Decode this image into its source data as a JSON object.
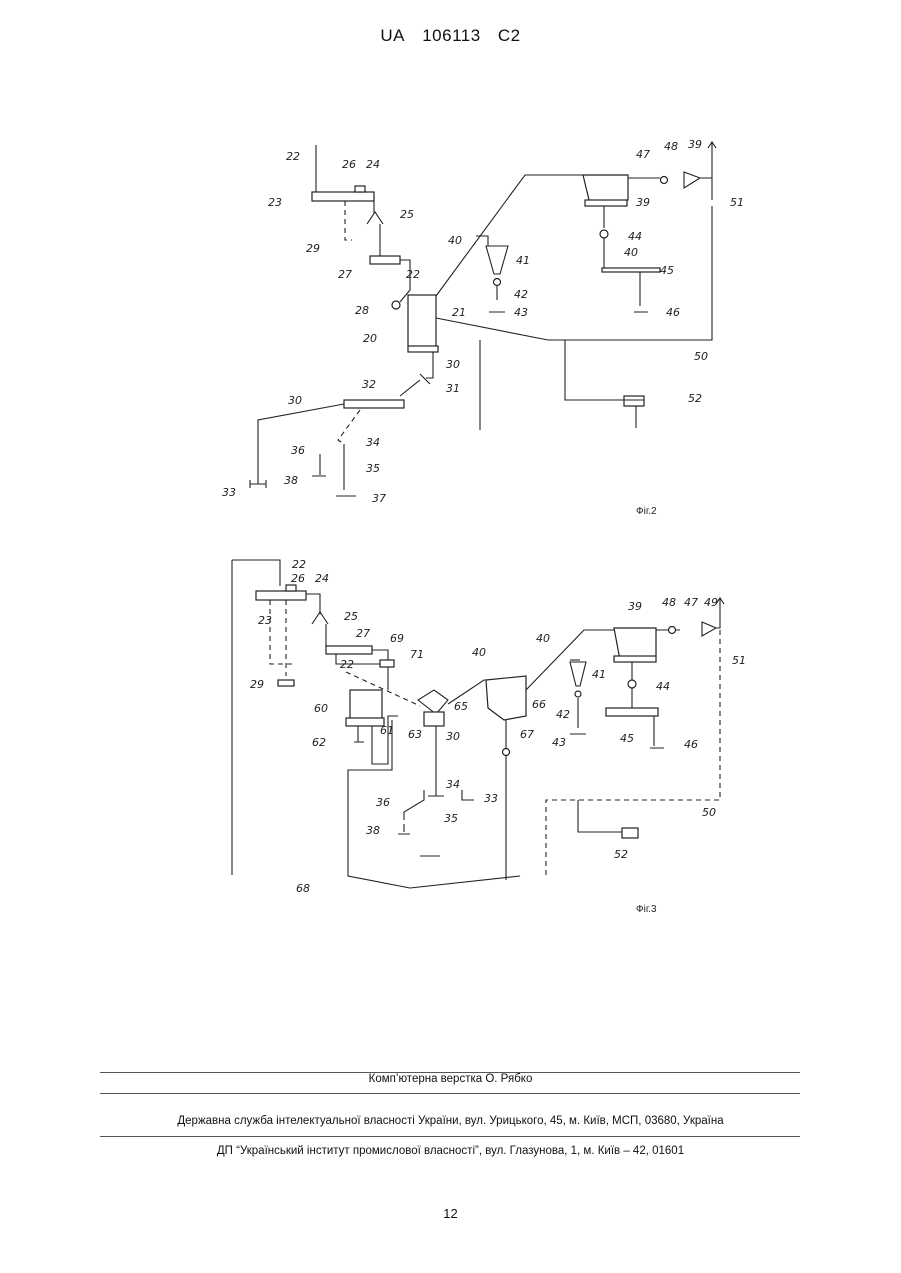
{
  "header": {
    "country": "UA",
    "number": "106113",
    "kind": "C2"
  },
  "figure2": {
    "caption": "Фіг.2",
    "labels": [
      "22",
      "26",
      "24",
      "23",
      "25",
      "29",
      "27",
      "22",
      "28",
      "21",
      "20",
      "30",
      "31",
      "32",
      "30",
      "34",
      "36",
      "35",
      "38",
      "33",
      "37",
      "40",
      "41",
      "42",
      "43",
      "47",
      "48",
      "39",
      "39",
      "51",
      "44",
      "40",
      "45",
      "46",
      "50",
      "52"
    ]
  },
  "figure3": {
    "caption": "Фіг.3",
    "labels": [
      "22",
      "26",
      "24",
      "23",
      "25",
      "27",
      "69",
      "71",
      "40",
      "40",
      "39",
      "48",
      "47",
      "49",
      "41",
      "51",
      "22",
      "60",
      "61",
      "62",
      "63",
      "65",
      "30",
      "66",
      "67",
      "44",
      "42",
      "43",
      "45",
      "46",
      "29",
      "34",
      "33",
      "36",
      "35",
      "38",
      "50",
      "52",
      "68"
    ]
  },
  "footer": {
    "layout": "Комп’ютерна верстка О. Рябко",
    "office": "Державна служба інтелектуальної власності України, вул. Урицького, 45, м. Київ, МСП, 03680, Україна",
    "institute": "ДП “Український інститут промислової власності”, вул. Глазунова, 1, м. Київ – 42, 01601"
  },
  "page_number": "12"
}
